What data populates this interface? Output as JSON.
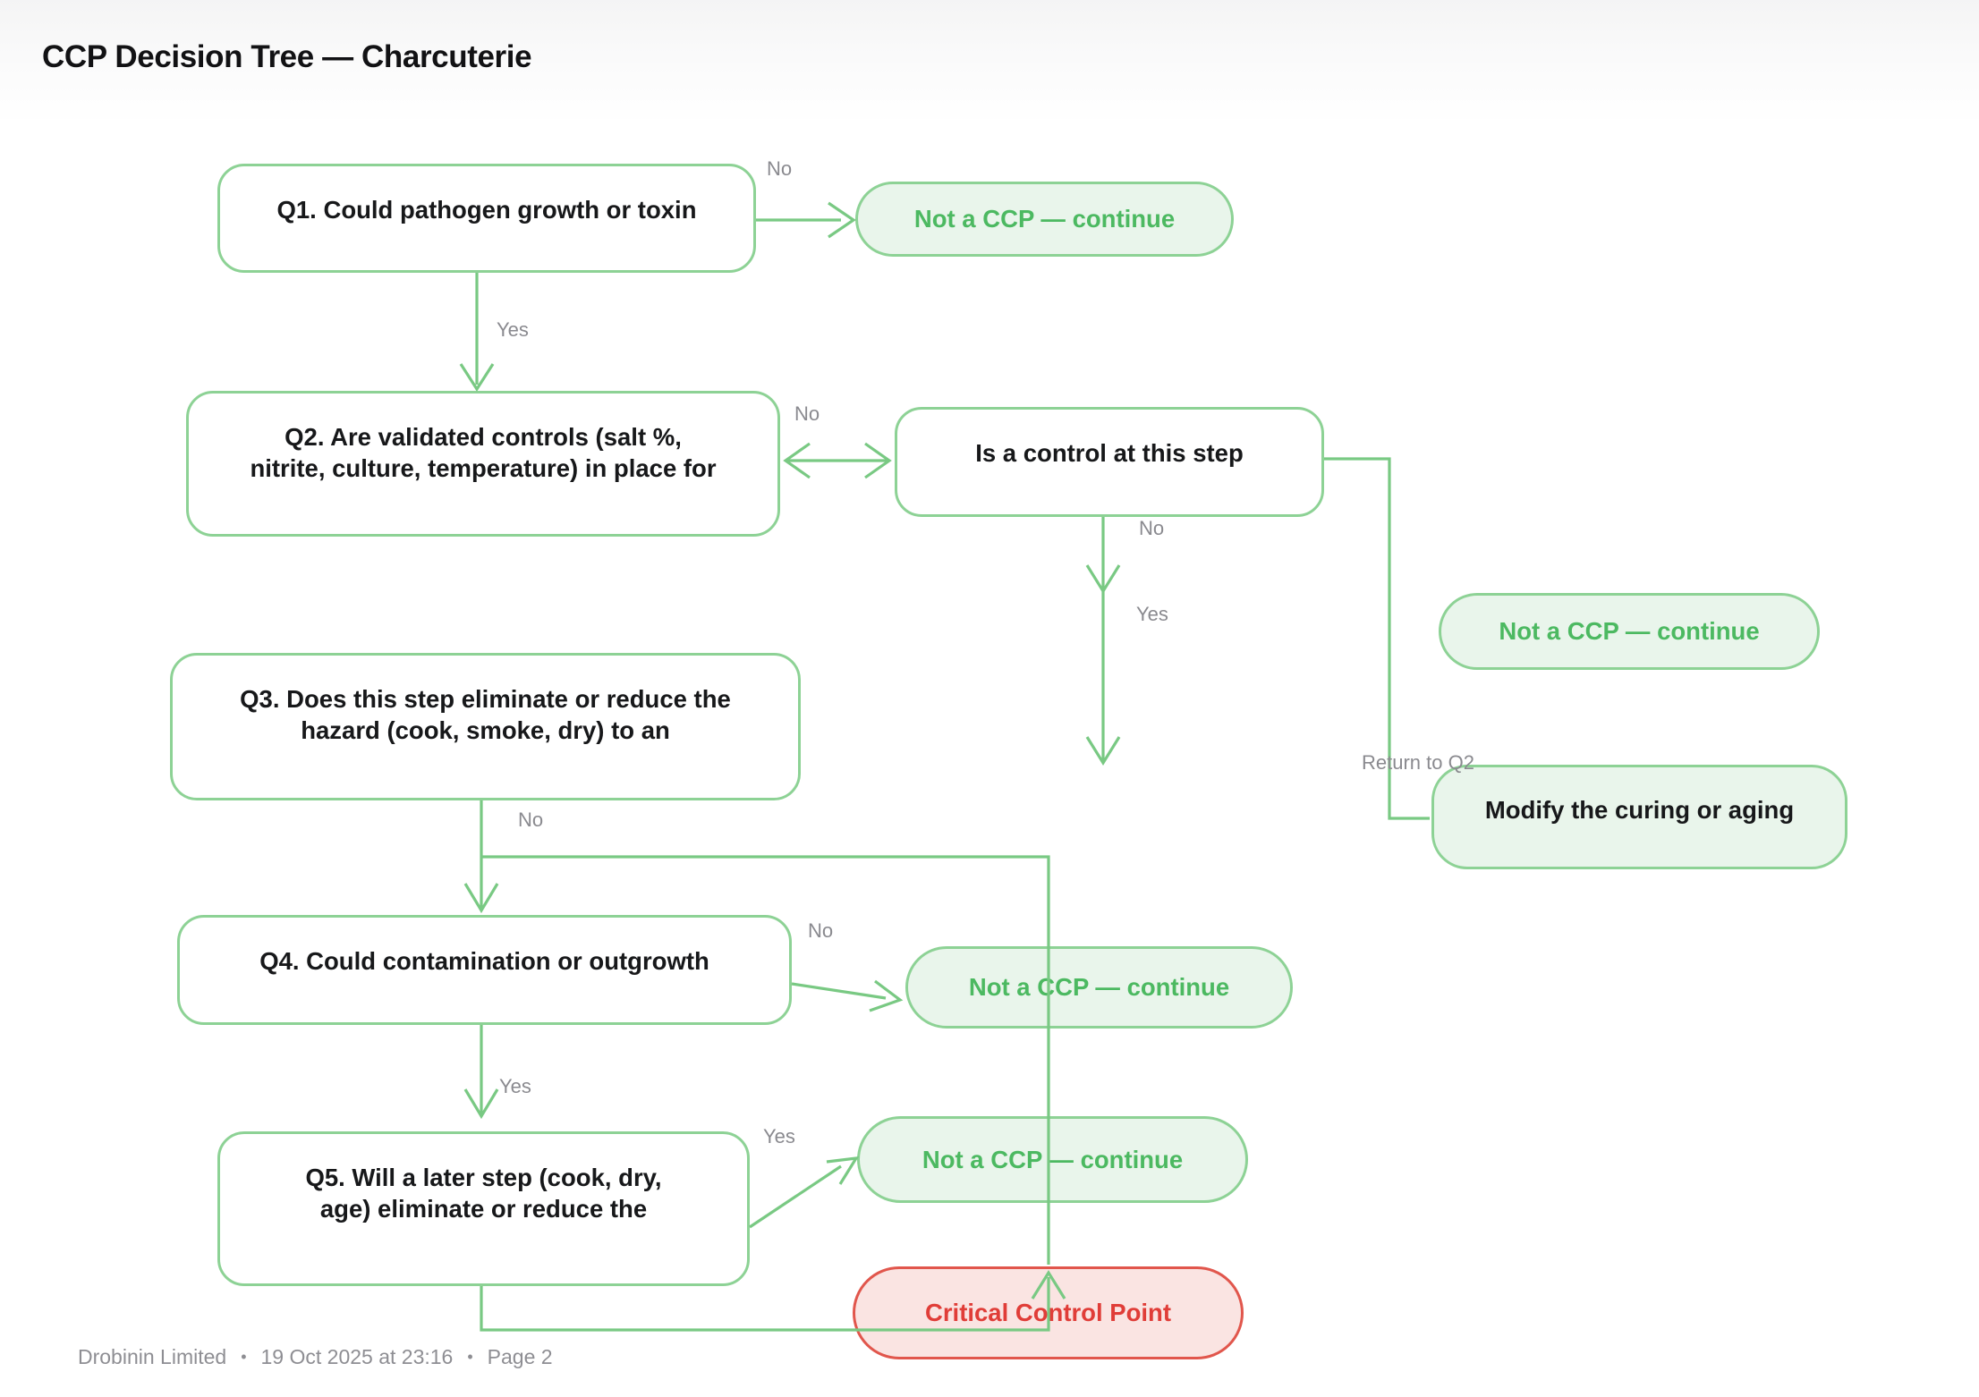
{
  "title": "CCP Decision Tree — Charcuterie",
  "nodes": {
    "q1": {
      "lines": [
        "Q1. Could pathogen growth or toxin"
      ]
    },
    "q2": {
      "lines": [
        "Q2. Are validated controls (salt %,",
        "nitrite, culture, temperature) in place for"
      ]
    },
    "is_control": {
      "lines": [
        "Is a control at this step"
      ]
    },
    "q3": {
      "lines": [
        "Q3. Does this step eliminate or reduce the",
        "hazard (cook, smoke, dry) to an"
      ]
    },
    "q4": {
      "lines": [
        "Q4. Could contamination or outgrowth"
      ]
    },
    "q5": {
      "lines": [
        "Q5. Will a later step (cook, dry,",
        "age) eliminate or reduce the"
      ]
    },
    "not_ccp_q1": {
      "label": "Not a CCP — continue"
    },
    "not_ccp_right": {
      "label": "Not a CCP — continue"
    },
    "modify": {
      "label": "Modify the curing or aging"
    },
    "not_ccp_q4": {
      "label": "Not a CCP — continue"
    },
    "not_ccp_q5": {
      "label": "Not a CCP — continue"
    },
    "ccp": {
      "label": "Critical Control Point"
    }
  },
  "labels": {
    "q1_no": "No",
    "q1_yes": "Yes",
    "q2_no": "No",
    "control_no": "No",
    "control_yes": "Yes",
    "return_to_q2": "Return to Q2",
    "q3_no": "No",
    "q4_no": "No",
    "q4_yes": "Yes",
    "q5_yes": "Yes"
  },
  "footer": {
    "company": "Drobinin Limited",
    "timestamp": "19 Oct 2025 at 23:16",
    "page": "Page 2",
    "separator": "•"
  },
  "colors": {
    "border_green": "#8dd295",
    "line_green": "#79c983",
    "fill_green": "#e9f5eb",
    "text_green": "#4cb961",
    "border_red": "#e1564c",
    "fill_red": "#fae4e2",
    "text_red": "#e03d38",
    "label_gray": "#8a8a8f"
  }
}
